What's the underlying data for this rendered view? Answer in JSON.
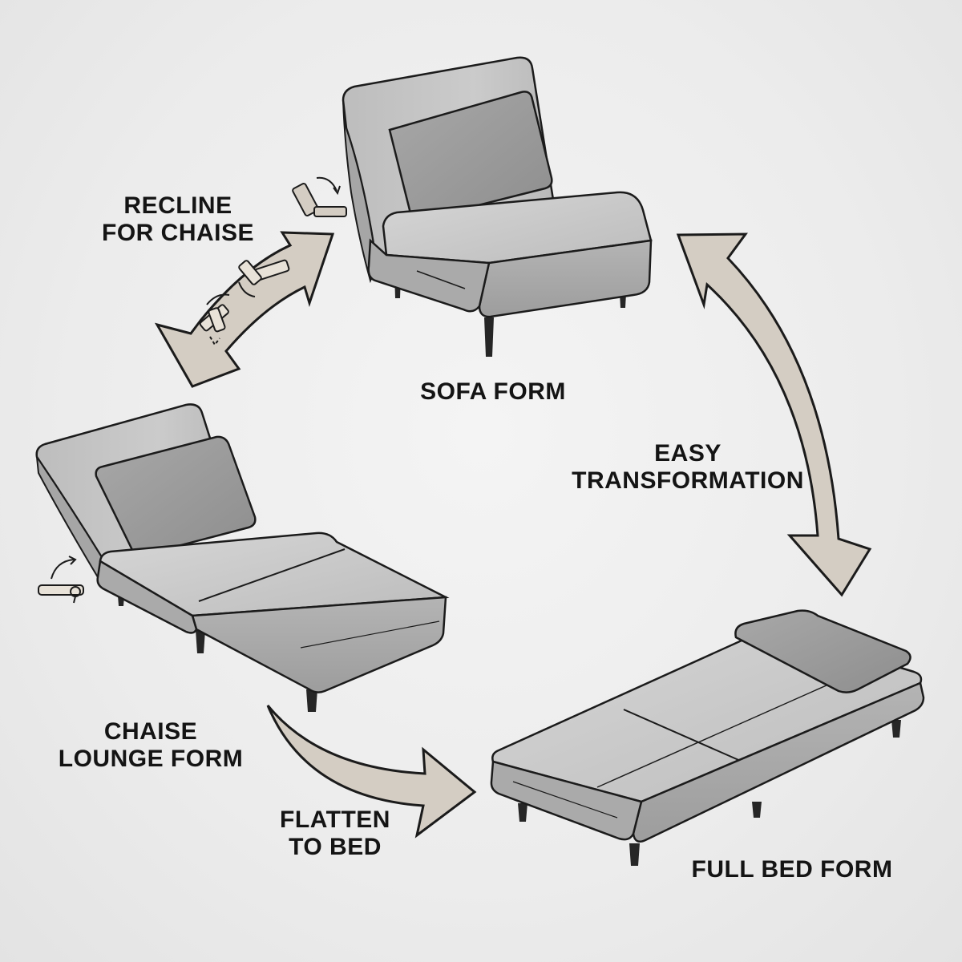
{
  "labels": {
    "sofa_form": [
      "SOFA FORM"
    ],
    "recline": [
      "RECLINE",
      "FOR CHAISE"
    ],
    "easy_transformation": [
      "EASY",
      "TRANSFORMATION"
    ],
    "chaise_lounge": [
      "CHAISE",
      "LOUNGE FORM"
    ],
    "flatten": [
      "FLATTEN",
      "TO BED"
    ],
    "full_bed": [
      "FULL BED FORM"
    ]
  },
  "colors": {
    "arrow_fill": "#d4cdc3",
    "outline": "#1b1b1b",
    "fabric": "#c4c4c4",
    "fabric_light": "#d3d3d3",
    "fabric_dark": "#a9a9a9",
    "leg": "#262626",
    "background": "#ededed"
  },
  "icons": [
    "recline-hint-icon",
    "fold-sequence-icon",
    "lever-hint-icon"
  ]
}
